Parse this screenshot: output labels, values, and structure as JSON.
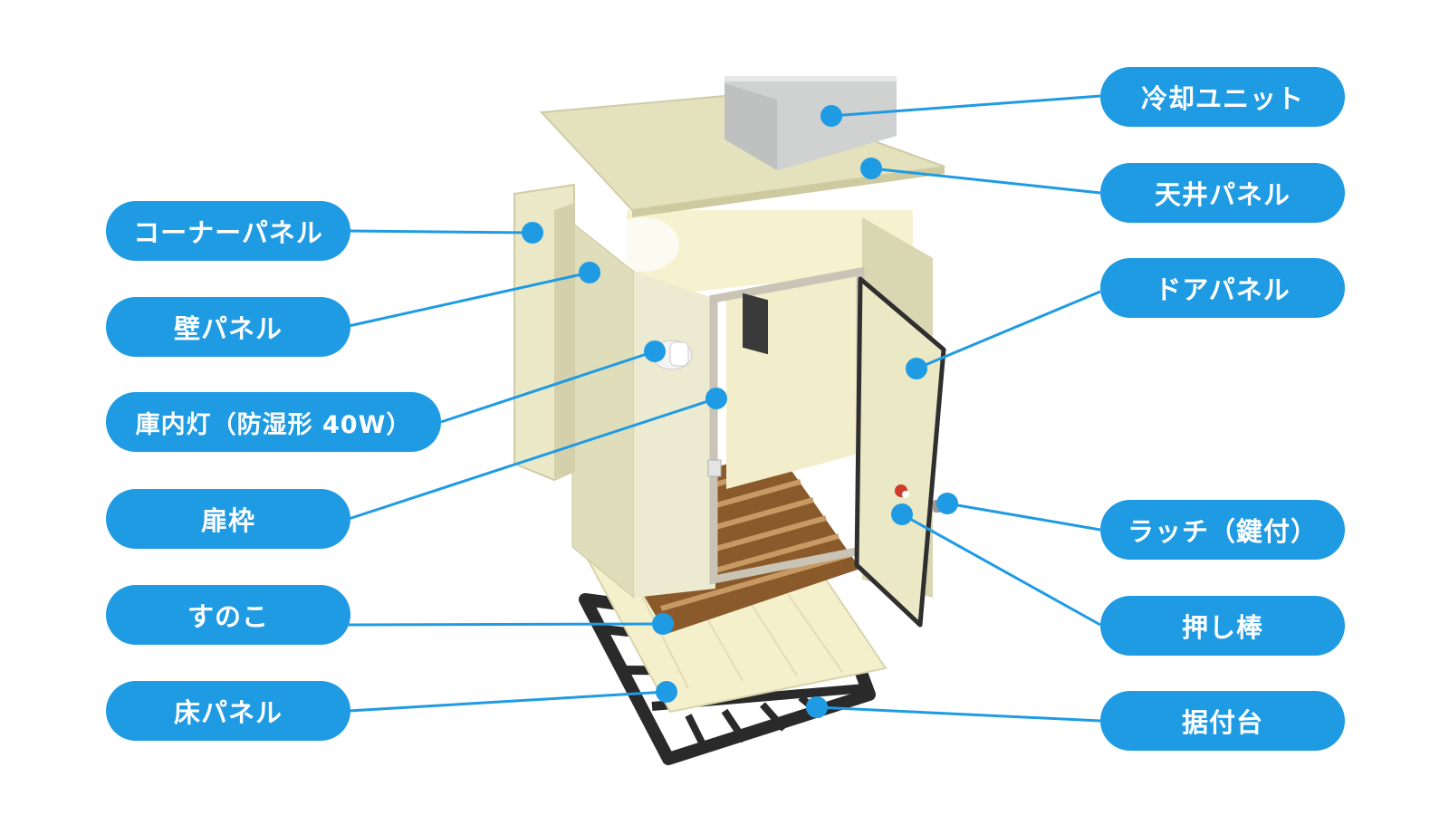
{
  "labels": {
    "cooling_unit": "冷却ユニット",
    "ceiling_panel": "天井パネル",
    "door_panel": "ドアパネル",
    "latch": "ラッチ（鍵付）",
    "push_bar": "押し棒",
    "base_frame": "据付台",
    "corner_panel": "コーナーパネル",
    "wall_panel": "壁パネル",
    "interior_light": "庫内灯（防湿形 40W）",
    "door_frame": "扉枠",
    "sunoko": "すのこ",
    "floor_panel": "床パネル"
  },
  "colors": {
    "accent": "#1f9be3",
    "panel": "#e8e6c4",
    "panel_shade": "#cfcca6",
    "interior": "#f7f4d2",
    "unit": "#d7d9d8",
    "wood": "#a0703e",
    "base": "#2a2a2a",
    "frame": "#c9c4b5"
  }
}
